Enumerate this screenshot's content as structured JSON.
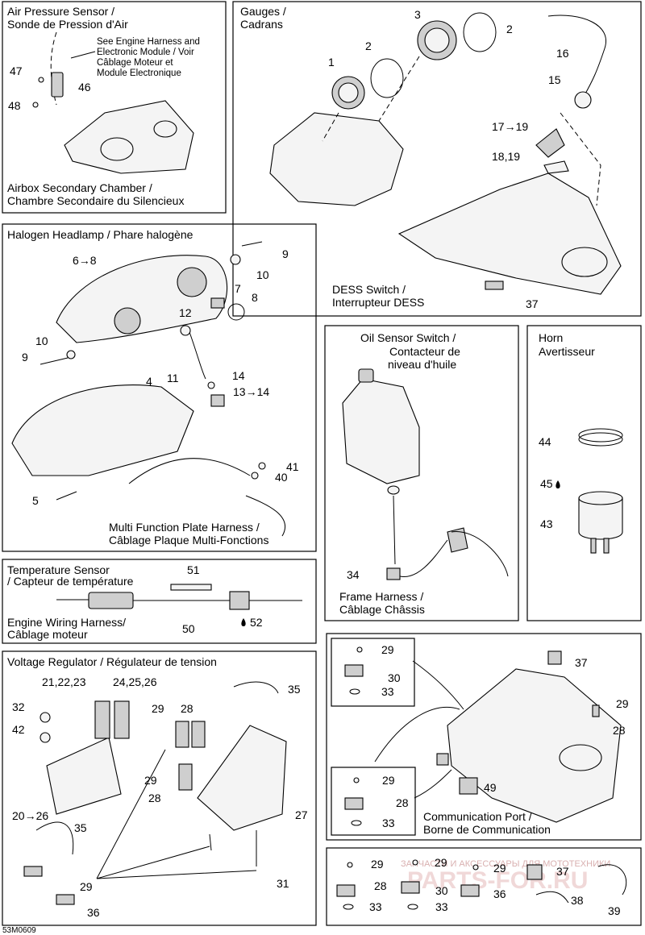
{
  "diagram_code": "53M0609",
  "watermark": {
    "top": "ЗАПЧАСТИ И АКСЕССУАРЫ ДЛЯ МОТОТЕХНИКИ",
    "bottom": "PARTS-FOR.RU"
  },
  "sections": {
    "air_pressure": {
      "title_en": "Air Pressure Sensor /",
      "title_fr": "Sonde de Pression d'Air",
      "note_1": "See Engine Harness and",
      "note_2": "Electronic Module / Voir",
      "note_3": "Câblage Moteur et",
      "note_4": "Module Electronique",
      "sub_en": "Airbox Secondary Chamber /",
      "sub_fr": "Chambre Secondaire du Silencieux",
      "callouts": [
        "47",
        "46",
        "48"
      ]
    },
    "gauges": {
      "title_en": "Gauges /",
      "title_fr": "Cadrans",
      "sub_en": "DESS Switch /",
      "sub_fr": "Interrupteur DESS",
      "callouts": [
        "3",
        "2",
        "2",
        "1",
        "16",
        "15",
        "17→19",
        "18,19",
        "37"
      ]
    },
    "headlamp": {
      "title": "Halogen Headlamp / Phare halogène",
      "sub_en": "Multi Function Plate Harness /",
      "sub_fr": "Câblage Plaque Multi-Fonctions",
      "callouts": [
        "6→8",
        "9",
        "10",
        "7",
        "8",
        "12",
        "10",
        "9",
        "11",
        "14",
        "13→14",
        "4",
        "41",
        "40",
        "5"
      ]
    },
    "oil_sensor": {
      "title_1": "Oil Sensor Switch /",
      "title_2": "Contacteur de",
      "title_3": "niveau d'huile",
      "sub_en": "Frame Harness /",
      "sub_fr": "Câblage Châssis",
      "callouts": [
        "34"
      ]
    },
    "horn": {
      "title_1": "Horn",
      "title_2": "Avertisseur",
      "callouts": [
        "44",
        "45",
        "43"
      ]
    },
    "temperature": {
      "title_en": "Temperature Sensor",
      "title_fr": "/ Capteur de température",
      "sub_en": "Engine Wiring Harness/",
      "sub_fr": "Câblage moteur",
      "callouts": [
        "51",
        "50",
        "52"
      ]
    },
    "voltage": {
      "title": "Voltage Regulator / Régulateur de tension",
      "callouts": [
        "21,22,23",
        "24,25,26",
        "35",
        "32",
        "42",
        "29",
        "28",
        "29",
        "28",
        "27",
        "20→26",
        "35",
        "31",
        "29",
        "36"
      ]
    },
    "comm_port": {
      "sub_en": "Communication Port /",
      "sub_fr": "Borne de Communication",
      "callouts": [
        "29",
        "30",
        "33",
        "37",
        "29",
        "28",
        "29",
        "28",
        "33",
        "49"
      ]
    },
    "bottom_row": {
      "callouts": [
        "29",
        "28",
        "33",
        "29",
        "30",
        "33",
        "29",
        "36",
        "37",
        "38",
        "39"
      ]
    }
  }
}
